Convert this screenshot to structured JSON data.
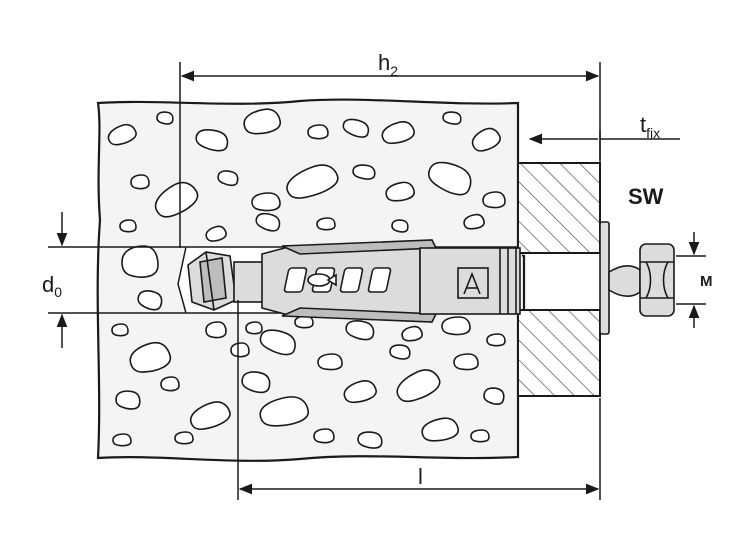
{
  "dimensions": {
    "h2": {
      "main": "h",
      "sub": "2"
    },
    "tfix": {
      "main": "t",
      "sub": "fix"
    },
    "sw": "SW",
    "d0": {
      "main": "d",
      "sub": "0"
    },
    "m": "M",
    "l": "l"
  },
  "colors": {
    "line": "#1a1a1a",
    "concrete": "#f4f4f4",
    "anchor_light": "#dcdcdc",
    "anchor_mid": "#bdbdbd"
  }
}
